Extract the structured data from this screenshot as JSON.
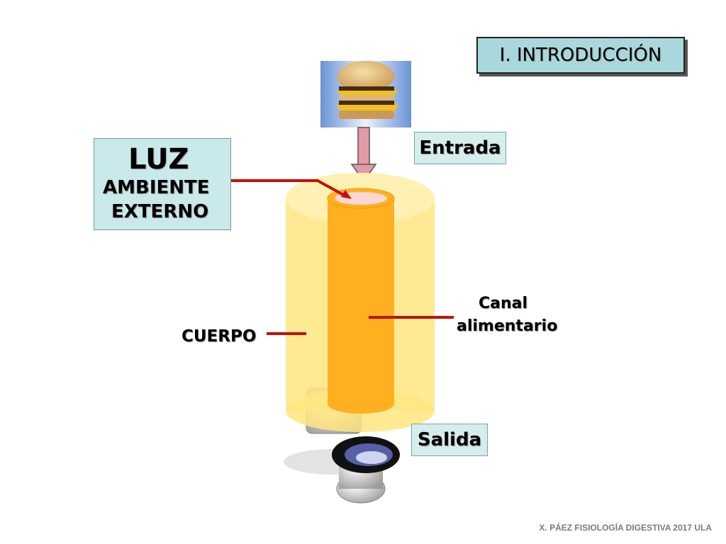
{
  "title": "I. INTRODUCCIÓN",
  "luz": {
    "line1": "LUZ",
    "line2": "AMBIENTE",
    "line3": "EXTERNO"
  },
  "labels": {
    "entrada": "Entrada",
    "salida": "Salida",
    "cuerpo": "CUERPO",
    "canal_line1": "Canal",
    "canal_line2": "alimentario"
  },
  "footer": "X. PÁEZ   FISIOLOGÍA DIGESTIVA 2017  ULA",
  "colors": {
    "body_cylinder": "#ffe680",
    "canal": "#ffb020",
    "pointer": "#c0120a",
    "arrow": "#e8a0a8",
    "label_box": "#d5edec",
    "title_box": "#a8d8dc"
  },
  "icons": [
    "burger-image",
    "toilet-image",
    "down-arrow-icon"
  ]
}
